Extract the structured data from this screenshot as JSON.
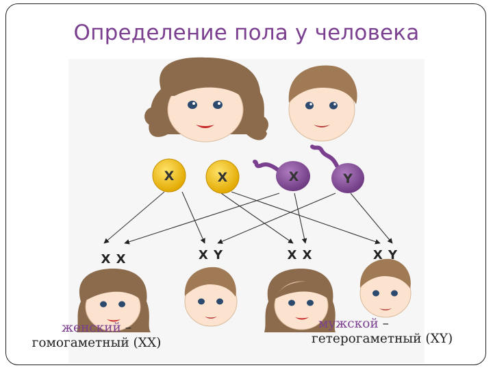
{
  "slide": {
    "title": "Определение пола у человека"
  },
  "gametes": {
    "mother_1": "X",
    "mother_2": "X",
    "father_sperm_1": "X",
    "father_sperm_2": "Y"
  },
  "offspring": [
    {
      "genotype": "X X"
    },
    {
      "genotype": "X Y"
    },
    {
      "genotype": "X X"
    },
    {
      "genotype": "X Y"
    }
  ],
  "captions": {
    "female_word": "женский",
    "female_dash": " –",
    "female_desc": "гомогаметный (XX)",
    "male_word": "мужской",
    "male_dash": " –",
    "male_desc": "гетерогаметный (XY)"
  },
  "colors": {
    "title": "#7b3f8f",
    "egg": "#f2c214",
    "sperm": "#8a4d9a",
    "hair_brown": "#8a6a4a",
    "hair_light": "#a07a55",
    "skin": "#fbe3cf"
  }
}
